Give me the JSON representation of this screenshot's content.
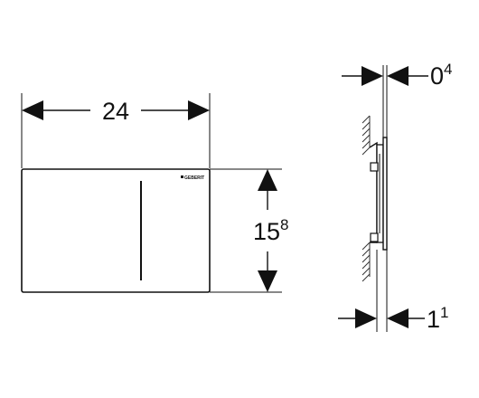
{
  "dimensions": {
    "width": {
      "base": "24"
    },
    "height": {
      "base": "15",
      "sup": "8"
    },
    "gap": {
      "base": "0",
      "sup": "4"
    },
    "depth": {
      "base": "1",
      "sup": "1"
    }
  },
  "plate": {
    "brand_text": "GEBERIT"
  },
  "colors": {
    "line": "#111111",
    "background": "#ffffff",
    "hatch": "#333333"
  }
}
